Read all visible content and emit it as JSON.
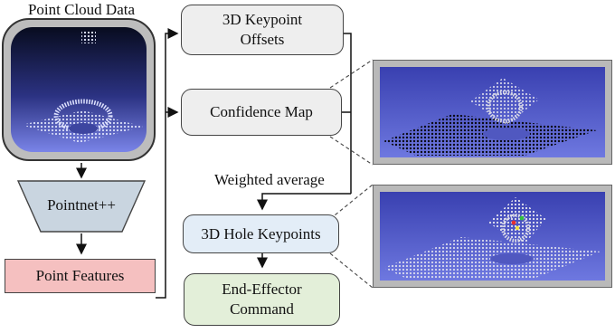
{
  "title": "Point Cloud Data",
  "encoder": {
    "label": "Pointnet++"
  },
  "features": {
    "label": "Point Features"
  },
  "offsets": {
    "line1": "3D Keypoint",
    "line2": "Offsets"
  },
  "confidence": {
    "label": "Confidence Map"
  },
  "weighted": {
    "label": "Weighted average"
  },
  "keypoints": {
    "label": "3D Hole Keypoints"
  },
  "command": {
    "line1": "End-Effector",
    "line2": "Command"
  },
  "colors": {
    "gray_box": "#eeeeee",
    "encoder_fill": "#c9d5e0",
    "features_fill": "#f5c0c0",
    "keypoints_fill": "#e3edf7",
    "command_fill": "#e3efd9",
    "scene_top": "#080c1f",
    "scene_bottom": "#7a84e8"
  }
}
